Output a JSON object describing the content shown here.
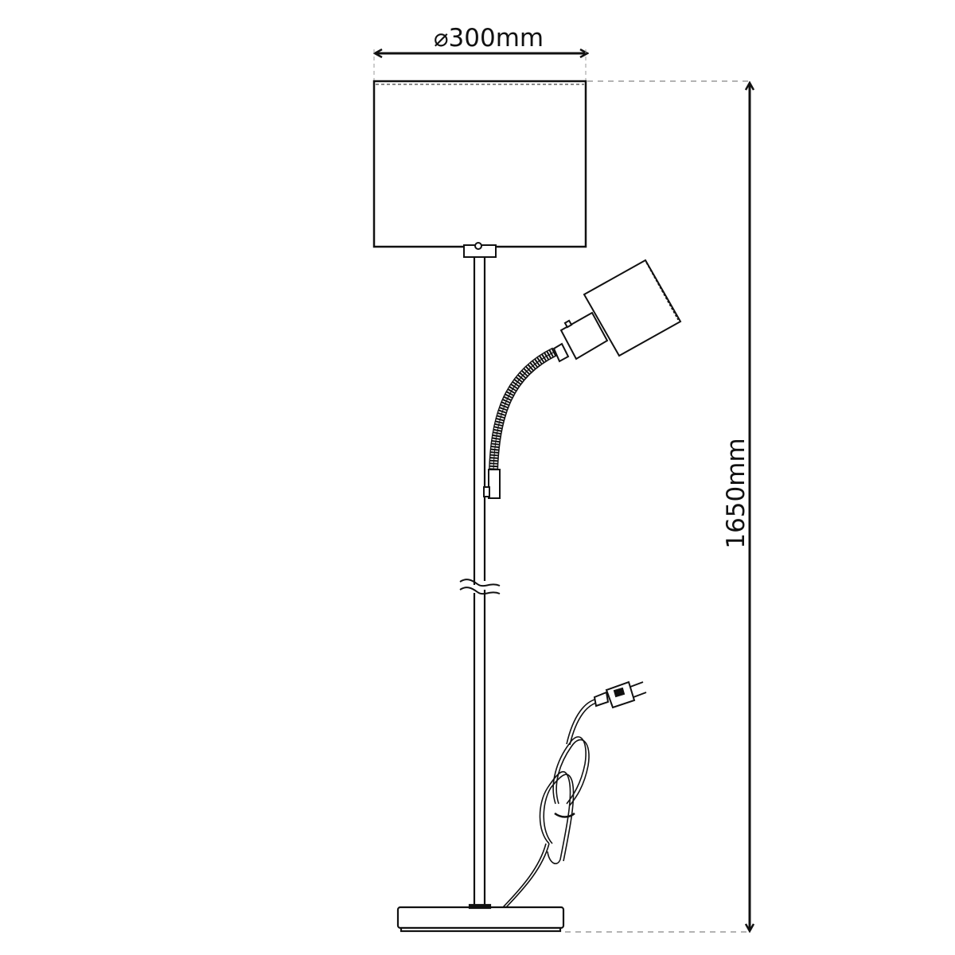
{
  "diagram": {
    "subject": "Floor lamp with reading spotlight on flexible gooseneck",
    "dimensions": {
      "shade_diameter": "⌀300mm",
      "total_height": "1650mm"
    },
    "parts": [
      "lamp-shade",
      "shade-holder",
      "pole",
      "pole-break-symbol",
      "gooseneck-arm",
      "spotlight-head",
      "arm-mount",
      "power-cord",
      "euro-plug",
      "base"
    ],
    "colors": {
      "line": "#111111",
      "dashed_extension": "#9a9a9a",
      "background": "#ffffff"
    }
  }
}
